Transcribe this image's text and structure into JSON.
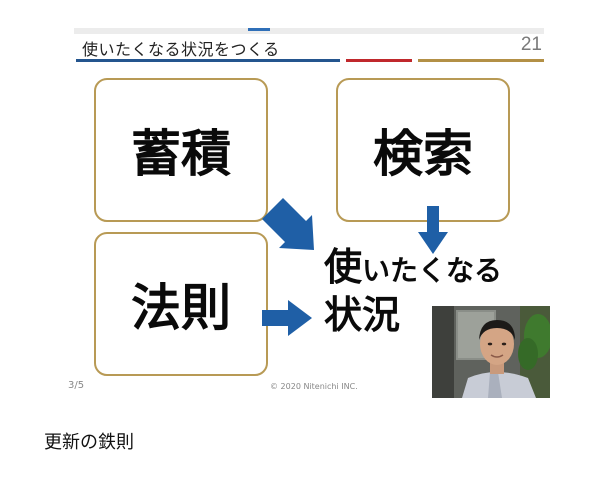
{
  "slide": {
    "title": "使いたくなる状況をつくる",
    "number": "21",
    "boxes": {
      "chikuseki": "蓄積",
      "kensaku": "検索",
      "hosoku": "法則"
    },
    "result": {
      "lead": "使",
      "rest": "いたくなる",
      "line2": "状況"
    },
    "page_indicator": "3/5",
    "copyright": "© 2020 Nitenichi INC."
  },
  "caption": "更新の鉄則",
  "colors": {
    "accent_blue": "#24558e",
    "accent_red": "#c0282c",
    "accent_gold": "#b39046",
    "arrow_blue": "#1f5fa6",
    "box_border": "#b89a55"
  }
}
